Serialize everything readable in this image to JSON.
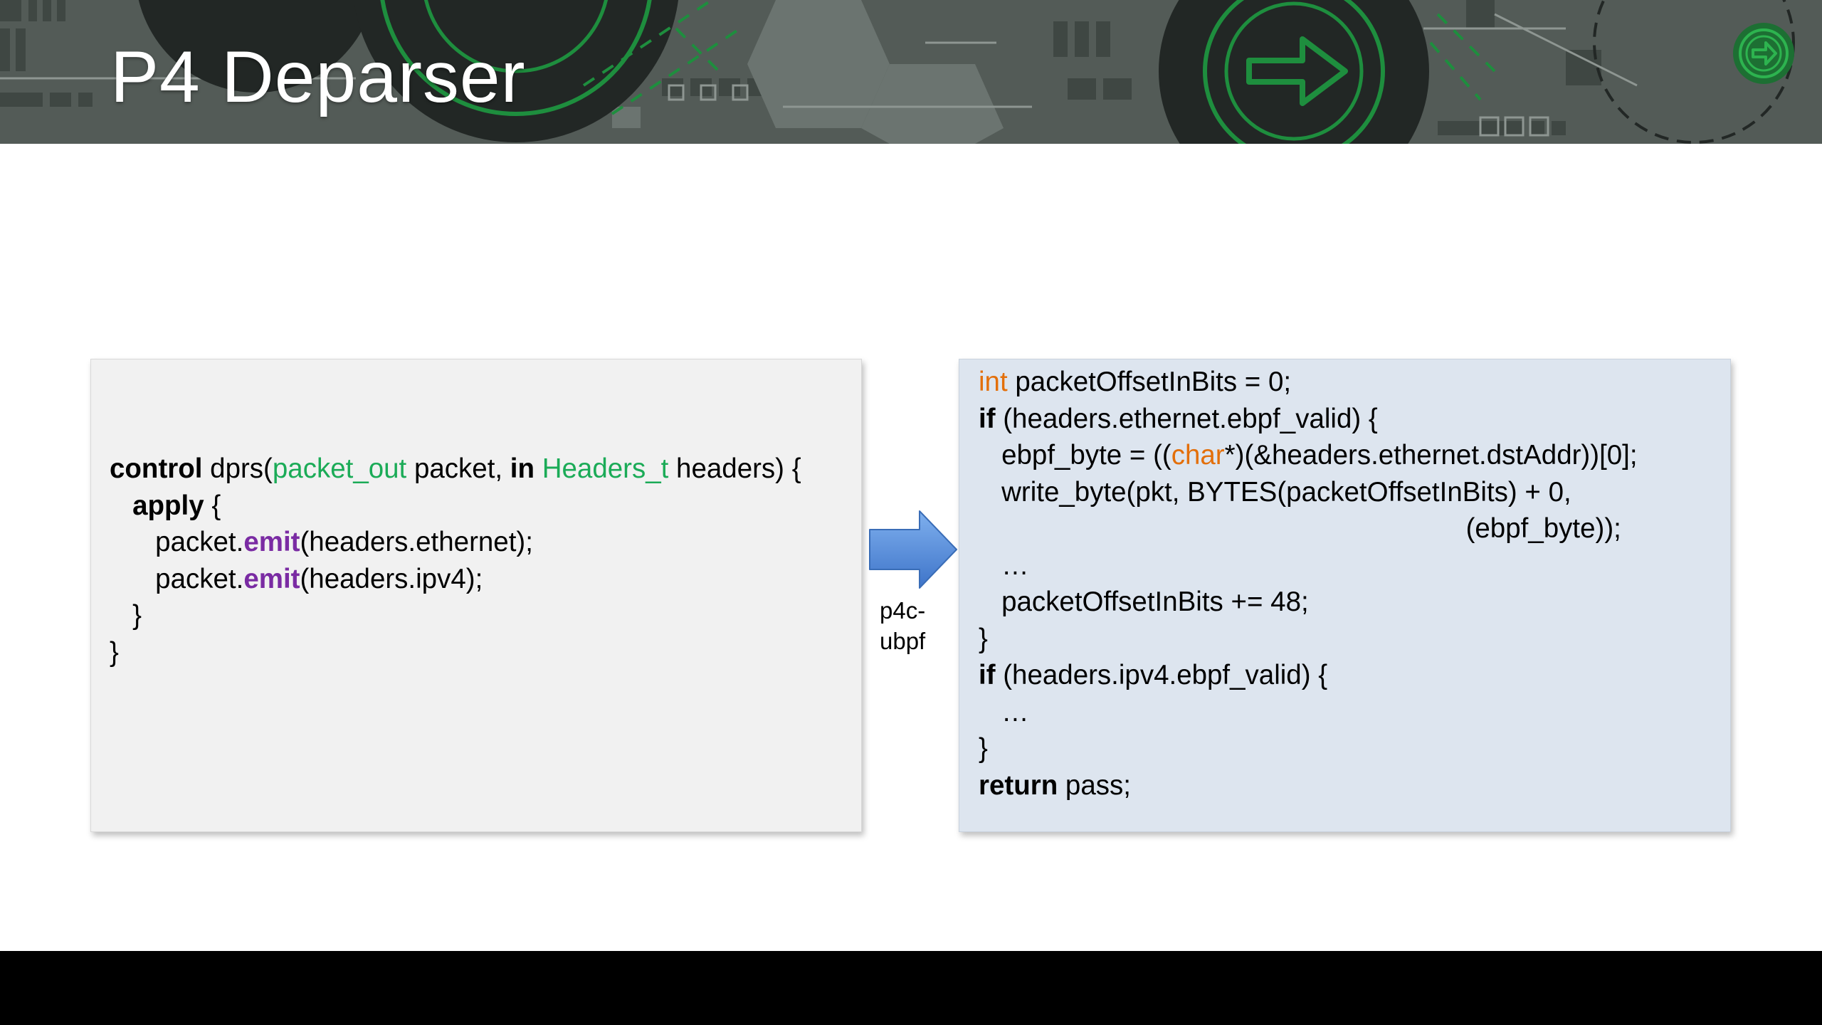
{
  "slide": {
    "title": "P4 Deparser",
    "arrow_label_lines": [
      "p4c-",
      "ubpf"
    ],
    "colors": {
      "keyword_type": "#1bab57",
      "method": "#7a2ba3",
      "c_type": "#e36f0a",
      "left_box": "#f1f1f1",
      "right_box": "#dde5ef",
      "arrow": "#4f86d9"
    },
    "banner_icons": [
      "circuit-background",
      "arrow-circle-icon"
    ]
  },
  "left_code": [
    [
      {
        "t": "control",
        "c": "kw"
      },
      {
        "t": " dprs("
      },
      {
        "t": "packet_out",
        "c": "ty"
      },
      {
        "t": " packet, "
      },
      {
        "t": "in",
        "c": "kw"
      },
      {
        "t": " "
      },
      {
        "t": "Headers_t",
        "c": "ty"
      },
      {
        "t": " headers) {"
      }
    ],
    [
      {
        "t": "   "
      },
      {
        "t": "apply",
        "c": "kw"
      },
      {
        "t": " {"
      }
    ],
    [
      {
        "t": "      packet."
      },
      {
        "t": "emit",
        "c": "fn"
      },
      {
        "t": "(headers.ethernet);"
      }
    ],
    [
      {
        "t": "      packet."
      },
      {
        "t": "emit",
        "c": "fn"
      },
      {
        "t": "(headers.ipv4);"
      }
    ],
    [
      {
        "t": "   }"
      }
    ],
    [
      {
        "t": "}"
      }
    ]
  ],
  "right_code": [
    [
      {
        "t": "int",
        "c": "ct"
      },
      {
        "t": " packetOffsetInBits = 0;"
      }
    ],
    [
      {
        "t": "if",
        "c": "kw"
      },
      {
        "t": " (headers.ethernet.ebpf_valid) {"
      }
    ],
    [
      {
        "t": "   ebpf_byte = (("
      },
      {
        "t": "char",
        "c": "ct"
      },
      {
        "t": "*)(&headers.ethernet.dstAddr))[0];"
      }
    ],
    [
      {
        "t": "   write_byte(pkt, BYTES(packetOffsetInBits) + 0,"
      }
    ],
    [
      {
        "t": "                                                                (ebpf_byte));"
      }
    ],
    [
      {
        "t": "   …"
      }
    ],
    [
      {
        "t": "   packetOffsetInBits += 48;"
      }
    ],
    [
      {
        "t": "}"
      }
    ],
    [
      {
        "t": "if",
        "c": "kw"
      },
      {
        "t": " (headers.ipv4.ebpf_valid) {"
      }
    ],
    [
      {
        "t": "   …"
      }
    ],
    [
      {
        "t": "}"
      }
    ],
    [
      {
        "t": "return",
        "c": "kw"
      },
      {
        "t": " pass;"
      }
    ]
  ]
}
